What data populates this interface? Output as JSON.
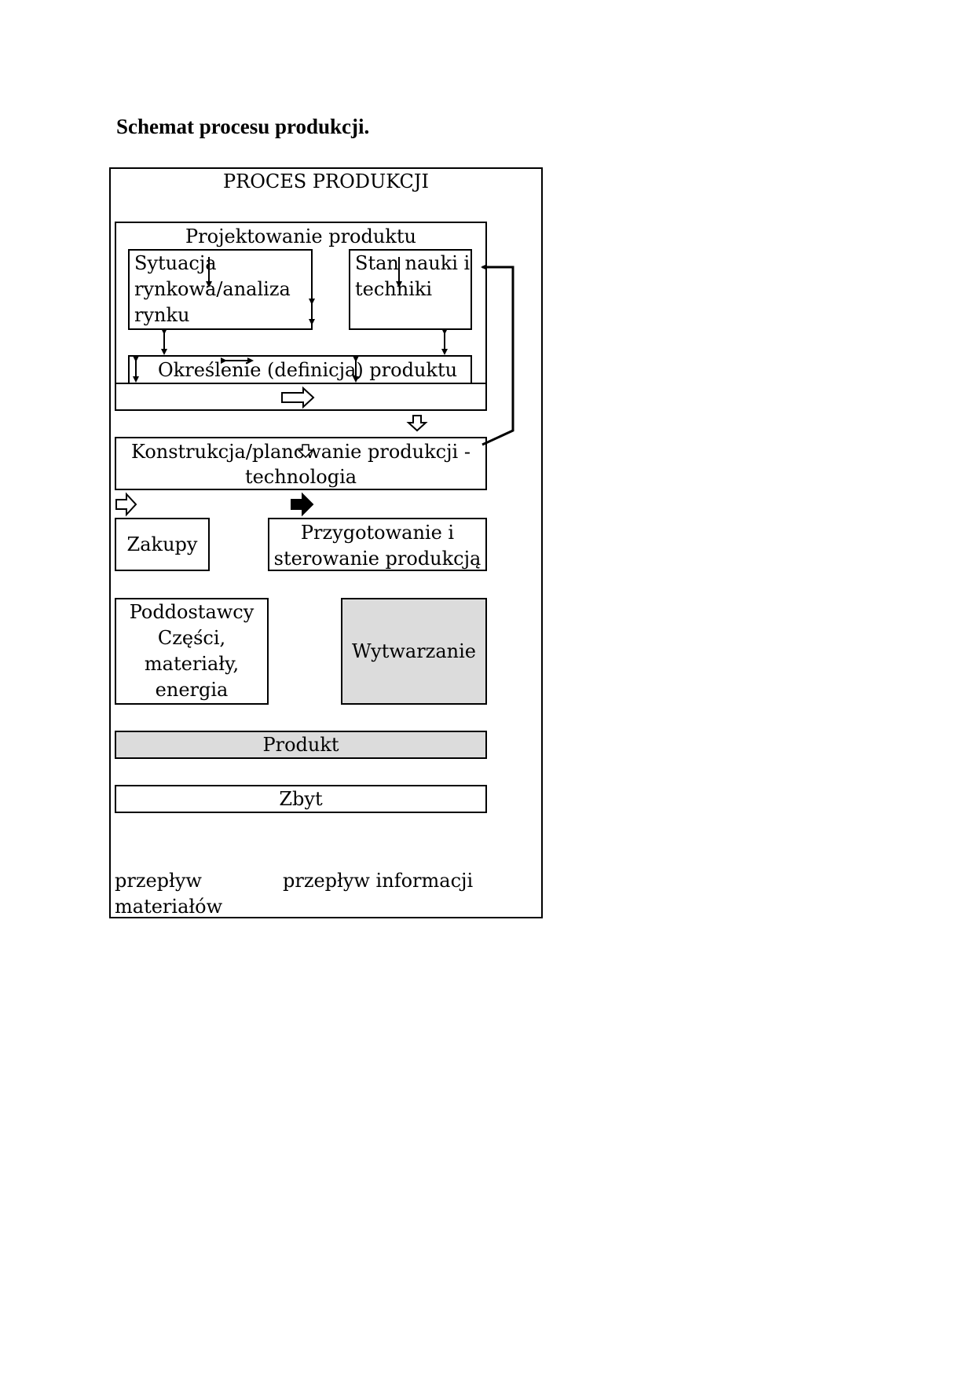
{
  "title": "Schemat procesu produkcji.",
  "diagram": {
    "outer_title": "PROCES PRODUKCJI",
    "design_group": {
      "title": "Projektowanie produktu",
      "market": [
        "Sytuacja",
        "rynkowa/analiza",
        "rynku"
      ],
      "science": [
        "Stan nauki i",
        "techniki"
      ],
      "definition": "Określenie (definicja) produktu"
    },
    "construction": [
      "Konstrukcja/planowanie produkcji -",
      "technologia"
    ],
    "purchases": "Zakupy",
    "preparation": [
      "Przygotowanie i",
      "sterowanie produkcją"
    ],
    "suppliers": [
      "Poddostawcy",
      "Części,",
      "materiały,",
      "energia"
    ],
    "manufacturing": "Wytwarzanie",
    "product": "Produkt",
    "sales": "Zbyt",
    "legend": {
      "material_flow": [
        "przepływ",
        "materiałów"
      ],
      "information_flow": "przepływ informacji"
    }
  },
  "colors": {
    "box_fill": "#ffffff",
    "highlight_fill": "#dcdcdc",
    "stroke": "#000000"
  }
}
